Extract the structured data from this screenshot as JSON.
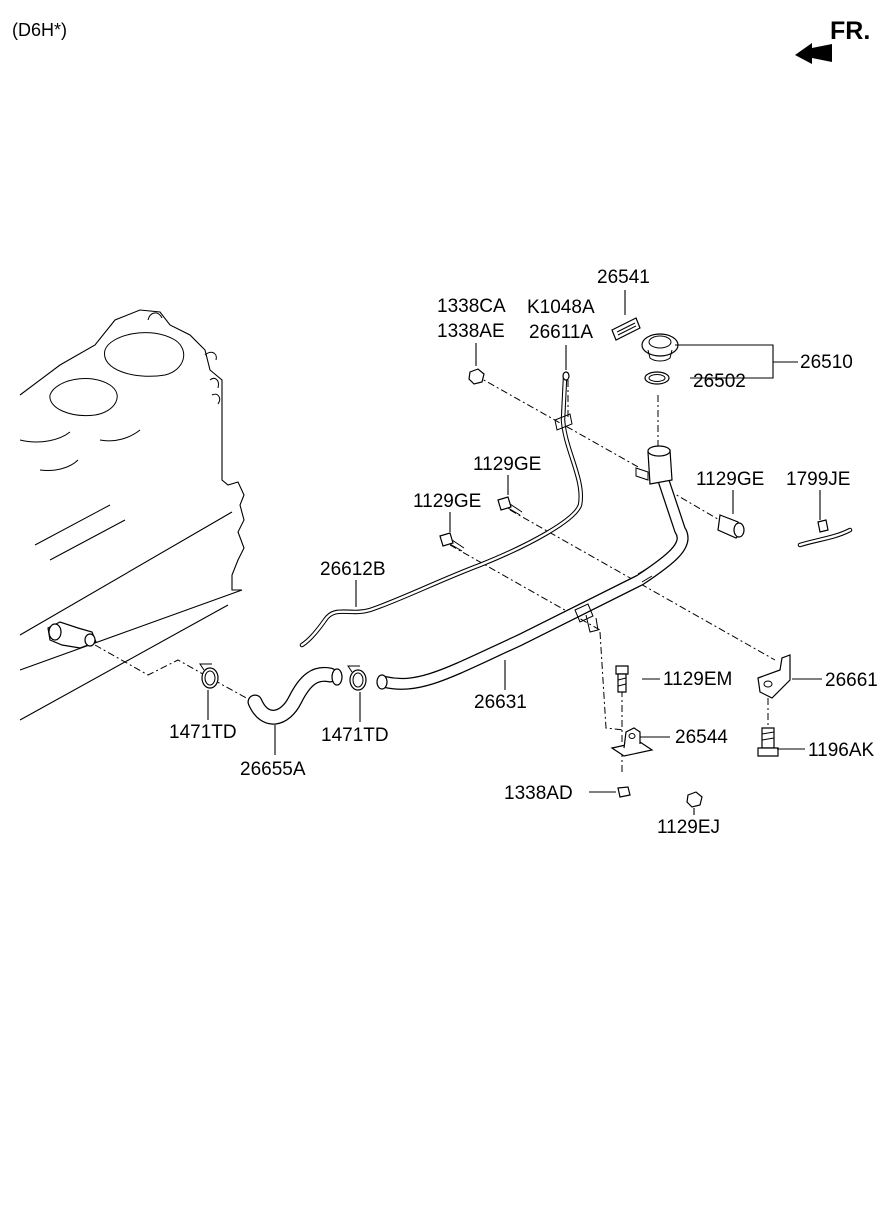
{
  "header": {
    "variant": "(D6H*)",
    "direction": "FR."
  },
  "labels": {
    "p26541": "26541",
    "p1338CA": "1338CA",
    "p1338AE": "1338AE",
    "pK1048A": "K1048A",
    "p26611A": "26611A",
    "p26510": "26510",
    "p26502": "26502",
    "p1129GE_top": "1129GE",
    "p1129GE_left": "1129GE",
    "p1129GE_right": "1129GE",
    "p1799JE": "1799JE",
    "p26612B": "26612B",
    "p1129EM": "1129EM",
    "p26661": "26661",
    "p26631": "26631",
    "p1471TD_left": "1471TD",
    "p1471TD_right": "1471TD",
    "p26544": "26544",
    "p26655A": "26655A",
    "p1196AK": "1196AK",
    "p1338AD": "1338AD",
    "p1129EJ": "1129EJ"
  },
  "colors": {
    "ink": "#000000",
    "paper": "#ffffff"
  }
}
